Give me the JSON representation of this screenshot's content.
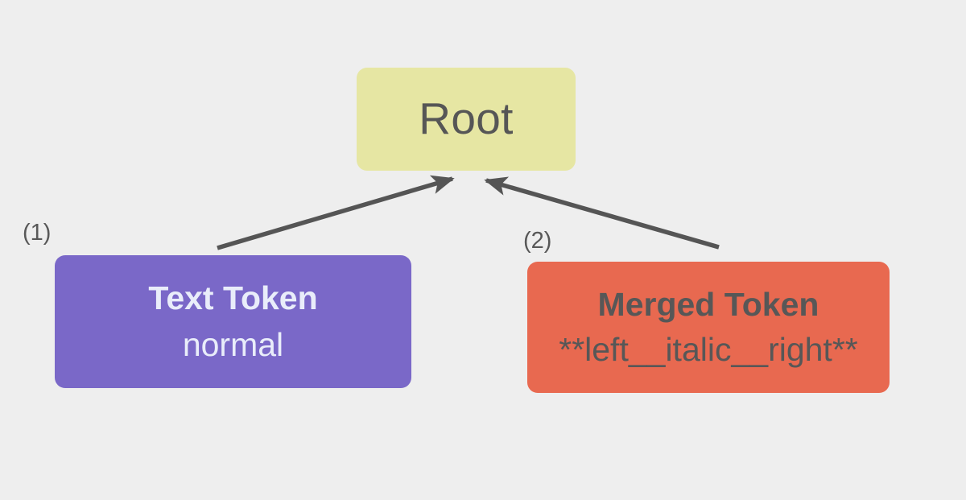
{
  "diagram": {
    "background_color": "#eeeeee",
    "nodes": [
      {
        "id": "root",
        "label": "Root",
        "color": "#e6e6a3",
        "text_color": "#565656"
      },
      {
        "id": "text-token",
        "title": "Text Token",
        "subtitle": "normal",
        "color": "#7a68c8",
        "text_color": "#e9edfa",
        "step": "(1)"
      },
      {
        "id": "merged-token",
        "title": "Merged Token",
        "subtitle": "**left__italic__right**",
        "color": "#e86950",
        "text_color": "#575757",
        "step": "(2)"
      }
    ],
    "edges": [
      {
        "id": "edge-text-token-to-root",
        "from": "text-token",
        "to": "root",
        "color": "#555555",
        "arrowhead": "end"
      },
      {
        "id": "edge-merged-token-to-root",
        "from": "merged-token",
        "to": "root",
        "color": "#555555",
        "arrowhead": "end"
      }
    ]
  }
}
